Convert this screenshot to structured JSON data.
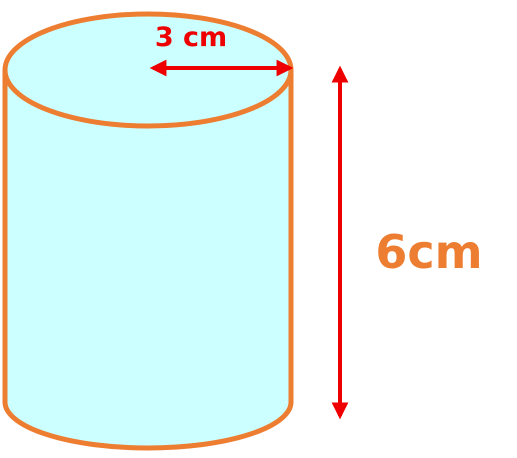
{
  "labels": {
    "radius": "3 cm",
    "height": "6cm"
  },
  "dimensions": {
    "radius_value": 3,
    "height_value": 6,
    "unit": "cm"
  },
  "colors": {
    "cylinder_fill": "#ccffff",
    "cylinder_outline": "#ed7d31",
    "arrow": "#ee0000",
    "radius_label": "#ee0000",
    "height_label": "#ed7d31",
    "background": "#ffffff"
  }
}
